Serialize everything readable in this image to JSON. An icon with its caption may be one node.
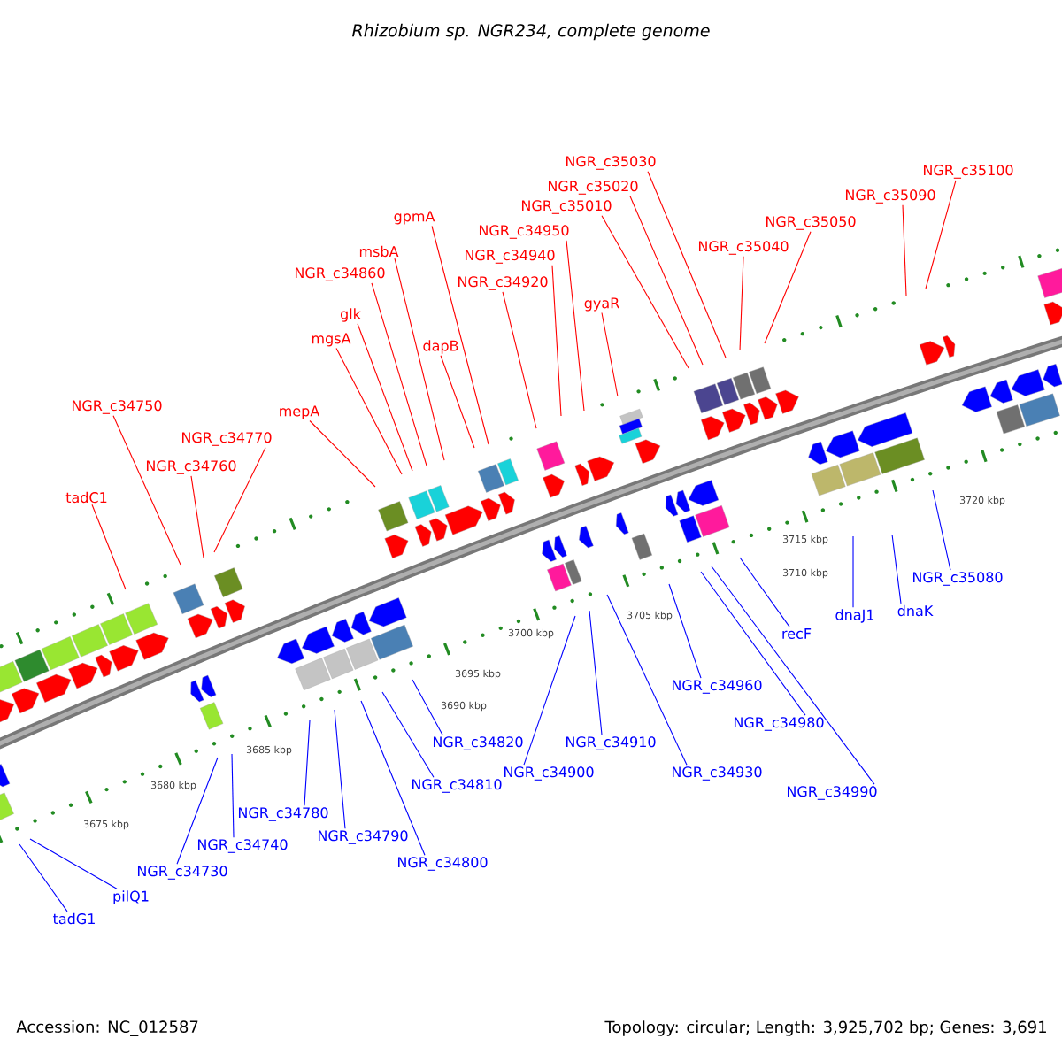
{
  "diagram": {
    "title": "Rhizobium sp. NGR234, complete genome",
    "nodes": [
      {
        "text": [
          "NGR_c35030"
        ]
      },
      {
        "text": [
          "NGR_c35100"
        ]
      },
      {
        "text": [
          "NGR_c35020"
        ]
      },
      {
        "text": [
          "NGR_c35090"
        ]
      },
      {
        "text": [
          "NGR_c35010"
        ]
      },
      {
        "text": [
          "gpmA"
        ]
      },
      {
        "text": [
          "NGR_c35050"
        ]
      },
      {
        "text": [
          "NGR_c34950"
        ]
      },
      {
        "text": [
          "NGR_c35040"
        ]
      },
      {
        "text": [
          "msbA"
        ]
      },
      {
        "text": [
          "NGR_c34940"
        ]
      },
      {
        "text": [
          "NGR_c34860"
        ]
      },
      {
        "text": [
          "NGR_c34920"
        ]
      },
      {
        "text": [
          "gyaR"
        ]
      },
      {
        "text": [
          "dapB"
        ]
      },
      {
        "text": [
          "glk"
        ]
      },
      {
        "text": [
          "mgsA"
        ]
      },
      {
        "text": [
          "NGR_c34750"
        ]
      },
      {
        "text": [
          "mepA"
        ]
      },
      {
        "text": [
          "NGR_c34770"
        ]
      },
      {
        "text": [
          "NGR_c34760"
        ]
      },
      {
        "text": [
          "tadC1"
        ]
      },
      {
        "text": [
          "NGR_c35080"
        ]
      },
      {
        "text": [
          "dnaK"
        ]
      },
      {
        "text": [
          "dnaJ1"
        ]
      },
      {
        "text": [
          "recF"
        ]
      },
      {
        "text": [
          "NGR_c34820"
        ]
      },
      {
        "text": [
          "NGR_c34960"
        ]
      },
      {
        "text": [
          "NGR_c34980"
        ]
      },
      {
        "text": [
          "NGR_c34910"
        ]
      },
      {
        "text": [
          "NGR_c34900"
        ]
      },
      {
        "text": [
          "NGR_c34930"
        ]
      },
      {
        "text": [
          "NGR_c34990"
        ]
      },
      {
        "text": [
          "NGR_c34810"
        ]
      },
      {
        "text": [
          "NGR_c34780"
        ]
      },
      {
        "text": [
          "NGR_c34740"
        ]
      },
      {
        "text": [
          "NGR_c34790"
        ]
      },
      {
        "text": [
          "NGR_c34800"
        ]
      },
      {
        "text": [
          "NGR_c34730"
        ]
      },
      {
        "text": [
          "pilQ1"
        ]
      },
      {
        "text": [
          "tadG1"
        ]
      }
    ],
    "edges": [
      {
        "from": 0,
        "to": null,
        "arrow": "none"
      },
      {
        "from": 1,
        "to": null,
        "arrow": "none"
      },
      {
        "from": 2,
        "to": null,
        "arrow": "none"
      },
      {
        "from": 3,
        "to": null,
        "arrow": "none"
      },
      {
        "from": 4,
        "to": null,
        "arrow": "none"
      },
      {
        "from": 5,
        "to": null,
        "arrow": "none"
      },
      {
        "from": 6,
        "to": null,
        "arrow": "none"
      },
      {
        "from": 7,
        "to": null,
        "arrow": "none"
      },
      {
        "from": 8,
        "to": null,
        "arrow": "none"
      },
      {
        "from": 9,
        "to": null,
        "arrow": "none"
      },
      {
        "from": 10,
        "to": null,
        "arrow": "none"
      },
      {
        "from": 11,
        "to": null,
        "arrow": "none"
      },
      {
        "from": 12,
        "to": null,
        "arrow": "none"
      },
      {
        "from": 13,
        "to": null,
        "arrow": "none"
      },
      {
        "from": 14,
        "to": null,
        "arrow": "none"
      },
      {
        "from": 15,
        "to": null,
        "arrow": "none"
      },
      {
        "from": 16,
        "to": null,
        "arrow": "none"
      },
      {
        "from": 17,
        "to": null,
        "arrow": "none"
      },
      {
        "from": 18,
        "to": null,
        "arrow": "none"
      },
      {
        "from": 19,
        "to": null,
        "arrow": "none"
      },
      {
        "from": 20,
        "to": null,
        "arrow": "none"
      },
      {
        "from": 21,
        "to": null,
        "arrow": "none"
      },
      {
        "from": 22,
        "to": null,
        "arrow": "none",
        "color": "#0000ff"
      },
      {
        "from": 23,
        "to": null,
        "arrow": "none",
        "color": "#0000ff"
      },
      {
        "from": 24,
        "to": null,
        "arrow": "none",
        "color": "#0000ff"
      },
      {
        "from": 25,
        "to": null,
        "arrow": "none",
        "color": "#0000ff"
      },
      {
        "from": 26,
        "to": null,
        "arrow": "none",
        "color": "#0000ff"
      },
      {
        "from": 27,
        "to": null,
        "arrow": "none",
        "color": "#0000ff"
      },
      {
        "from": 28,
        "to": null,
        "arrow": "none",
        "color": "#0000ff"
      },
      {
        "from": 29,
        "to": null,
        "arrow": "none",
        "color": "#0000ff"
      },
      {
        "from": 30,
        "to": null,
        "arrow": "none",
        "color": "#0000ff"
      },
      {
        "from": 31,
        "to": null,
        "arrow": "none",
        "color": "#0000ff"
      },
      {
        "from": 32,
        "to": null,
        "arrow": "none",
        "color": "#0000ff"
      },
      {
        "from": 33,
        "to": null,
        "arrow": "none",
        "color": "#0000ff"
      },
      {
        "from": 34,
        "to": null,
        "arrow": "none",
        "color": "#0000ff"
      },
      {
        "from": 35,
        "to": null,
        "arrow": "none",
        "color": "#0000ff"
      },
      {
        "from": 36,
        "to": null,
        "arrow": "none",
        "color": "#0000ff"
      },
      {
        "from": 37,
        "to": null,
        "arrow": "none",
        "color": "#0000ff"
      },
      {
        "from": 38,
        "to": null,
        "arrow": "none",
        "color": "#0000ff"
      },
      {
        "from": 39,
        "to": null,
        "arrow": "none",
        "color": "#0000ff"
      },
      {
        "from": 40,
        "to": null,
        "arrow": "none",
        "color": "#0000ff"
      }
    ],
    "labels": [
      "3675 kbp",
      "3680 kbp",
      "3685 kbp",
      "3690 kbp",
      "3695 kbp",
      "3700 kbp",
      "3705 kbp",
      "3710 kbp",
      "3715 kbp",
      "3720 kbp",
      "Accession: NC_012587",
      "Topology: circular; Length: 3,925,702 bp; Genes: 3,691"
    ]
  }
}
